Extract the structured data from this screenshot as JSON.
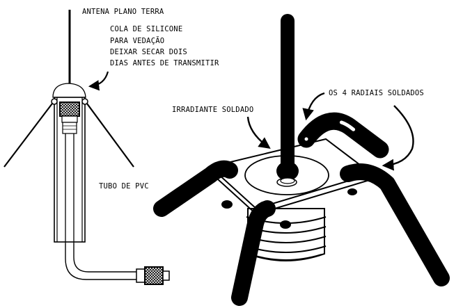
{
  "labels": {
    "antenna_title": "ANTENA PLANO TERRA",
    "silicone_line1": "COLA DE SILICONE",
    "silicone_line2": "PARA VEDAÇÃO",
    "silicone_line3": "DEIXAR SECAR DOIS",
    "silicone_line4": "DIAS ANTES DE TRANSMITIR",
    "radials": "OS 4 RADIAIS SOLDADOS",
    "radiator": "IRRADIANTE SOLDADO",
    "pvc_tube": "TUBO DE PVC"
  },
  "colors": {
    "ink": "#000000",
    "paper": "#ffffff"
  }
}
